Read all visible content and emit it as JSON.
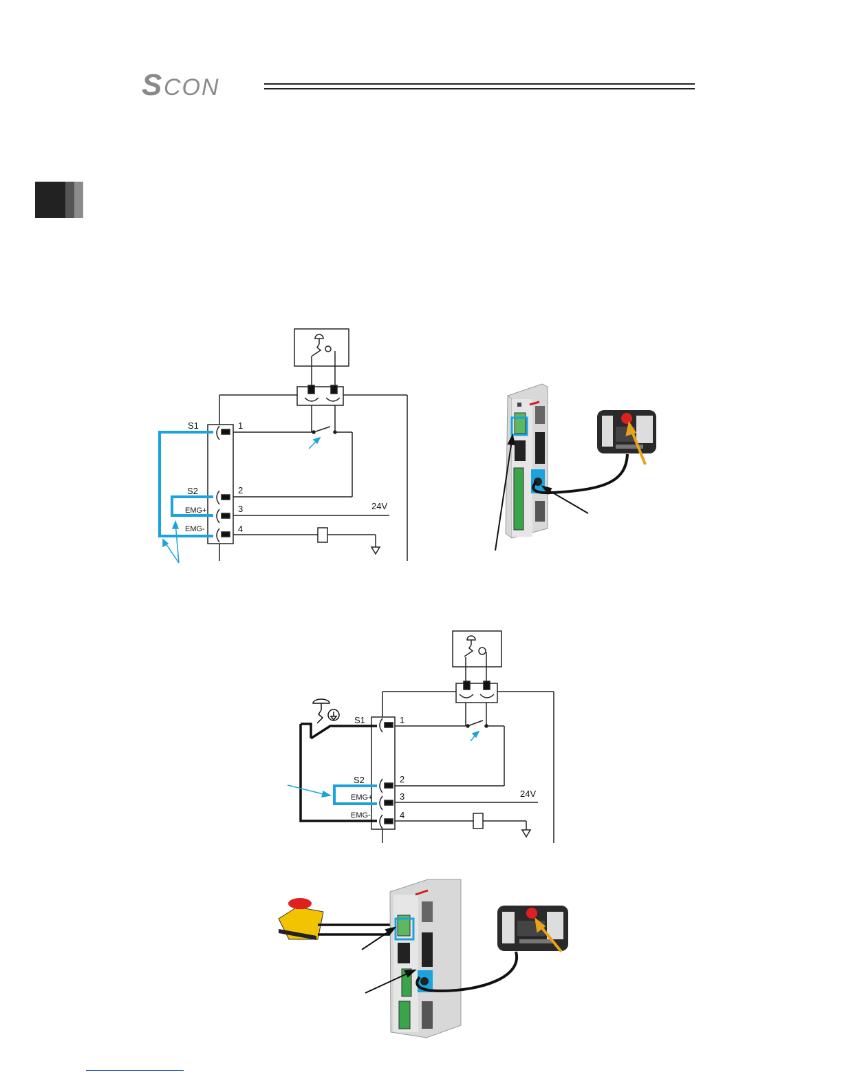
{
  "header": {
    "logo_text": "SCON"
  },
  "diagram1": {
    "labels": {
      "s1": "S1",
      "s2": "S2",
      "emg_plus": "EMG+",
      "emg_minus": "EMG-",
      "pin1": "1",
      "pin2": "2",
      "pin3": "3",
      "pin4": "4",
      "v24": "24V"
    }
  },
  "diagram2": {
    "labels": {
      "s1": "S1",
      "s2": "S2",
      "emg_plus": "EMG+",
      "emg_minus": "EMG-",
      "pin1": "1",
      "pin2": "2",
      "pin3": "3",
      "pin4": "4",
      "v24": "24V"
    }
  },
  "colors": {
    "jumper_blue": "#1aa3dc",
    "arrow_orange": "#e8a21a",
    "estop_red": "#e02020",
    "estop_yellow": "#f2c300",
    "link_blue": "#1a3fae"
  },
  "icons": [
    "emergency-stop-switch-icon",
    "controller-device-icon",
    "teaching-pendant-icon"
  ]
}
